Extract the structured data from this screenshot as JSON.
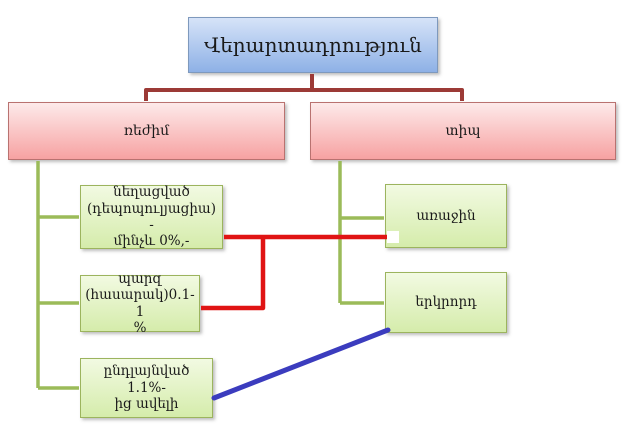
{
  "diagram": {
    "root": {
      "label": "Վերարտադրություն"
    },
    "branches": [
      {
        "id": "regime",
        "label": "ռեժիմ",
        "children": [
          {
            "label": "նեղացված\n(դեպոպուլյացիա)   -\nմինչև 0%,-"
          },
          {
            "label": "պարզ\n(հասարակ)0.1-1\n%"
          },
          {
            "label": "ընդլայնված  1.1%-\nից ավելի"
          }
        ]
      },
      {
        "id": "type",
        "label": "տիպ",
        "children": [
          {
            "label": "առաջին"
          },
          {
            "label": "երկրորդ"
          }
        ]
      }
    ],
    "cross_links": [
      {
        "from": "նեղացված / պարզ",
        "to": "առաջին",
        "color": "#e01414",
        "style": "elbow"
      },
      {
        "from": "ընդլայնված",
        "to": "երկրորդ",
        "color": "#3b3cbe",
        "style": "straight"
      }
    ]
  },
  "colors": {
    "root_fill_top": "#d6e3f8",
    "root_fill_bottom": "#8eb1e6",
    "root_border": "#7e99bd",
    "branch_fill_top": "#fdeaea",
    "branch_fill_bottom": "#f7a2a2",
    "branch_border": "#b97270",
    "leaf_fill_top": "#f2fae2",
    "leaf_fill_bottom": "#d5ecab",
    "leaf_border": "#9cb45e",
    "tree_line": "#9bbb59",
    "root_line": "#9c3a36",
    "assoc_red": "#e01414",
    "assoc_blue": "#3b3cbe"
  }
}
